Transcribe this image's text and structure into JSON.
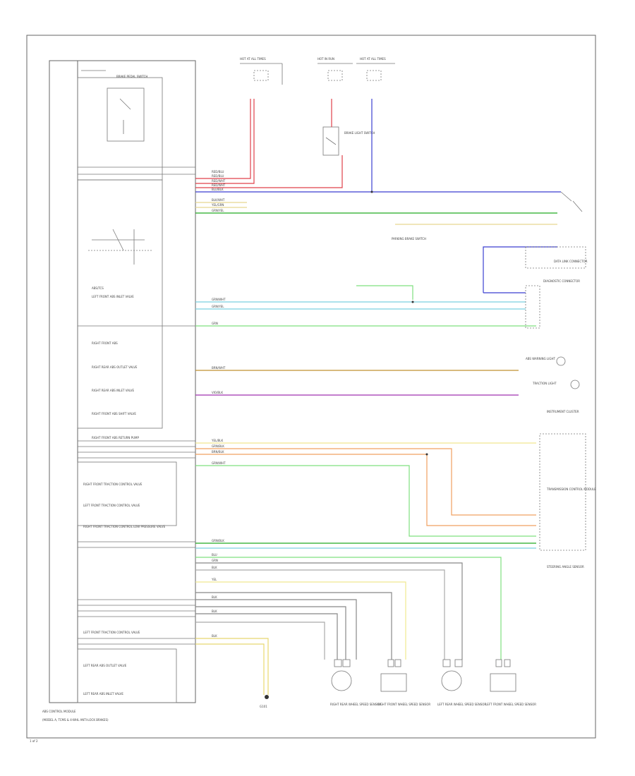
{
  "diagram": {
    "corner_label": "1 of 2",
    "module_title": "ABS CONTROL MODULE",
    "module_note": "(MODEL A, TCMS & 4-WHL ANTI-LOCK BRAKES)",
    "module_labels": [
      "BRAKE PEDAL SWITCH",
      "ABS/TCS",
      "LEFT FRONT ABS INLET VALVE",
      "RIGHT FRONT ABS",
      "RIGHT REAR ABS OUTLET VALVE",
      "RIGHT REAR ABS INLET VALVE",
      "RIGHT FRONT ABS SHIFT VALVE",
      "RIGHT FRONT ABS RETURN PUMP",
      "RIGHT FRONT TRACTION CONTROL VALVE",
      "LEFT FRONT TRACTION CONTROL VALVE",
      "RIGHT FRONT TRACTION CONTROL LOW PRESSURE VALVE",
      "LEFT FRONT TRACTION CONTROL VALVE",
      "LEFT REAR ABS OUTLET VALVE",
      "LEFT REAR ABS INLET VALVE"
    ],
    "fuse_labels": [
      "HOT AT ALL TIMES",
      "HOT IN RUN",
      "HOT AT ALL TIMES"
    ],
    "wire_labels": [
      "RED/BLU",
      "RED/BLU",
      "RED/WHT",
      "RED/WHT",
      "BLU/BLK",
      "BLK/WHT",
      "YEL/GRN",
      "GRN/YEL",
      "GRN/WHT",
      "GRN/YEL",
      "GRN",
      "BRN/WHT",
      "VIO/BLK",
      "YEL/BLK",
      "GRN/BLK",
      "BRN/BLK",
      "GRN/WHT",
      "GRN/BLK",
      "BLU",
      "GRN",
      "BLK",
      "YEL",
      "BLK",
      "BLK",
      "BLK"
    ],
    "component_labels": {
      "brake_switch": "BRAKE LIGHT SWITCH",
      "parking_brake": "PARKING BRAKE SWITCH",
      "data_link": "DATA LINK CONNECTOR",
      "diag_connector": "DIAGNOSTIC CONNECTOR",
      "abs_warning": "ABS WARNING LIGHT",
      "traction_light": "TRACTION LIGHT",
      "instrument_cluster": "INSTRUMENT CLUSTER",
      "transmission_module": "TRANSMISSION CONTROL MODULE",
      "accel_sensor": "STEERING ANGLE SENSOR",
      "ground": "G101",
      "sensor_rr": "RIGHT REAR WHEEL SPEED SENSOR",
      "sensor_rf": "RIGHT FRONT WHEEL SPEED SENSOR",
      "sensor_lr": "LEFT REAR WHEEL SPEED SENSOR",
      "sensor_lf": "LEFT FRONT WHEEL SPEED SENSOR"
    },
    "colors": {
      "red": "#e0404a",
      "blue": "#3b3fd0",
      "green": "#22aa22",
      "light_green": "#7fe07f",
      "yellow": "#f0e890",
      "brown": "#c09030",
      "violet": "#a030b0",
      "orange": "#f0a060",
      "teal": "#60c0c0",
      "gray": "#666666"
    }
  }
}
